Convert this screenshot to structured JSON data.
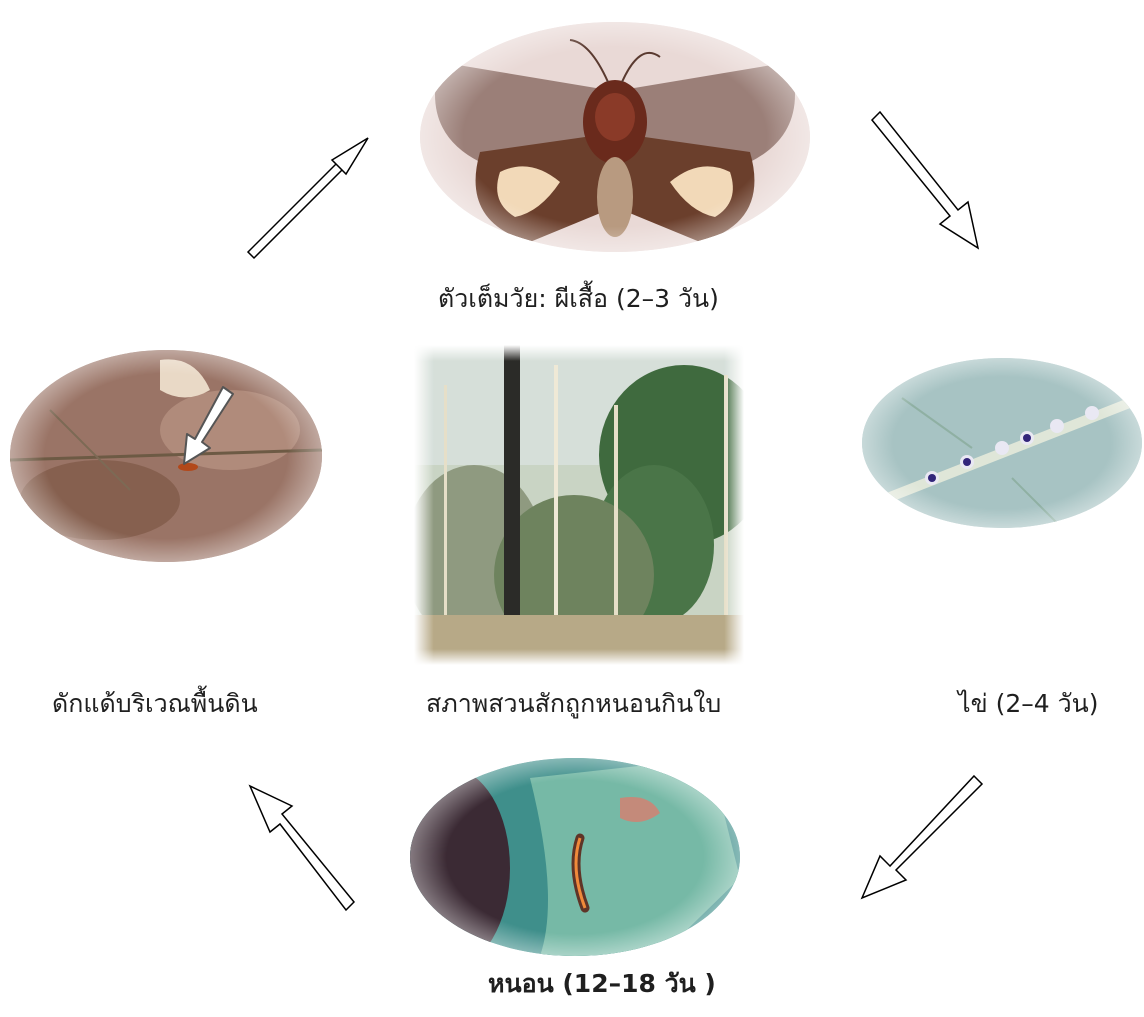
{
  "stages": {
    "adult_label": "ตัวเต็มวัย: ผีเสื้อ (2–3 วัน)",
    "egg_label": "ไข่ (2–4 วัน)",
    "larva_label": "หนอน (12–18 วัน )",
    "pupa_label": "ดักแด้บริเวณพื้นดิน",
    "center_label": "สภาพสวนสักถูกหนอนกินใบ"
  },
  "icons": {
    "cycle_arrow": "hollow-arrow-icon",
    "pointer_arrow": "solid-white-arrow-icon"
  },
  "colors": {
    "arrow_stroke": "#000000",
    "arrow_fill": "#ffffff"
  }
}
